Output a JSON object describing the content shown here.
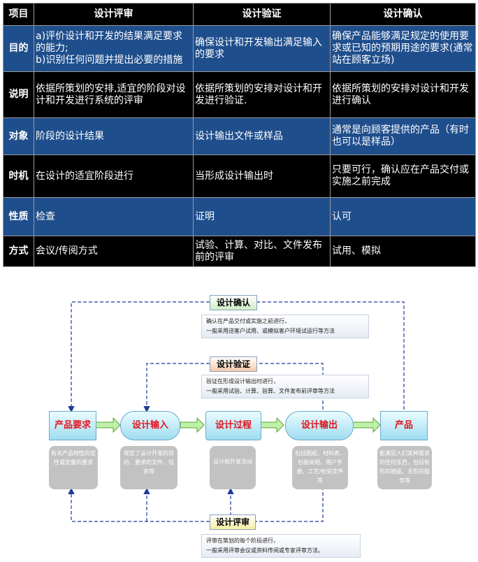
{
  "table": {
    "header": [
      "项目",
      "设计评审",
      "设计验证",
      "设计确认"
    ],
    "rows": [
      {
        "label": "目的",
        "cells": [
          [
            "a)评价设计和开发的结果满足要求的能力;",
            "b)识别任何问题并提出必要的措施"
          ],
          [
            "确保设计和开发输出满足输入的要求"
          ],
          [
            "确保产品能够满足规定的使用要求或已知的预期用途的要求(通常站在顾客立场)"
          ]
        ]
      },
      {
        "label": "说明",
        "cells": [
          [
            "依据所策划的安排,适宜的阶段对设计和开发进行系统的评审"
          ],
          [
            "依据所策划的安排对设计和开发进行验证."
          ],
          [
            "依据所策划的安排对设计和开发进行确认"
          ]
        ]
      },
      {
        "label": "对象",
        "cells": [
          [
            "阶段的设计结果"
          ],
          [
            "设计输出文件或样品"
          ],
          [
            "通常是向顾客提供的产品（有时也可以是样品）"
          ]
        ]
      },
      {
        "label": "时机",
        "cells": [
          [
            "在设计的适宜阶段进行"
          ],
          [
            "当形成设计输出时"
          ],
          [
            "只要可行，确认应在产品交付或实施之前完成"
          ]
        ]
      },
      {
        "label": "性质",
        "cells": [
          [
            "检查"
          ],
          [
            "证明"
          ],
          [
            "认可"
          ]
        ]
      },
      {
        "label": "方式",
        "cells": [
          [
            "会议/传阅方式"
          ],
          [
            "试验、计算、对比、文件发布前的评审"
          ],
          [
            "试用、模拟"
          ]
        ]
      }
    ]
  },
  "diagram": {
    "confirm": {
      "label": "设计确认",
      "note": [
        "确认在产品交付或实施之前进行，",
        "一般采用送客户试用、或模拟客户环境试运行等方法"
      ]
    },
    "verify": {
      "label": "设计验证",
      "note": [
        "验证在形成设计输出时进行，",
        "一般采用试验、计算、验算、文件发布前评审等方法"
      ]
    },
    "review": {
      "label": "设计评审",
      "note": [
        "评审在策划的每个阶段进行，",
        "一般采用评审会议或资料传阅或专家评审方法。"
      ]
    },
    "nodes": [
      {
        "label": "产品要求",
        "desc": "有关产品特性的定性或定量的要求"
      },
      {
        "label": "设计输入",
        "desc": "规定了设计开发的目的、要求的文件、信息等"
      },
      {
        "label": "设计过程",
        "desc": "设计和开发活动"
      },
      {
        "label": "设计输出",
        "desc": "包括图纸、材料表、包装说明、用户手册、工艺/检验文件等"
      },
      {
        "label": "产品",
        "desc": "能满足人们某种需求的任何东西，包括有形的物品、无形的服务等"
      }
    ]
  }
}
